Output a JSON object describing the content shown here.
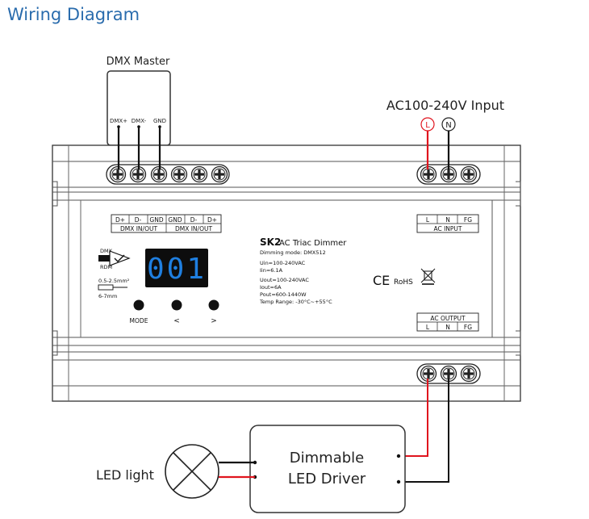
{
  "title": "Wiring Diagram",
  "dmx_master": {
    "label": "DMX Master",
    "pins": [
      "DMX+",
      "DMX-",
      "GND"
    ]
  },
  "ac_input": {
    "label": "AC100-240V Input",
    "live_symbol": "L",
    "neutral_symbol": "N"
  },
  "device": {
    "dmx_terminals": [
      "D+",
      "D-",
      "GND",
      "GND",
      "D-",
      "D+"
    ],
    "dmx_inout_left": "DMX IN/OUT",
    "dmx_inout_right": "DMX IN/OUT",
    "ac_input_terminals": [
      "L",
      "N",
      "FG"
    ],
    "ac_input_label": "AC INPUT",
    "model": "SK2",
    "product_name": "AC Triac Dimmer",
    "dimming_mode": "Dimming mode: DMX512",
    "uin": "Uin=100-240VAC",
    "iin": "Iin=6.1A",
    "uout": "Uout=100-240VAC",
    "iout": "Iout=6A",
    "pout": "Pout=600-1440W",
    "temp_range": "Temp Range: -30°C~+55°C",
    "dmx_arrow_top": "DMX",
    "dmx_arrow_bottom": "RDM",
    "wire_spec_1": "0.5-2.5mm²",
    "wire_spec_2": "6-7mm",
    "display_value": "001",
    "buttons": [
      "MODE",
      "<",
      ">"
    ],
    "ce_mark": "CE",
    "rohs_mark": "RoHS",
    "ac_output_label": "AC OUTPUT",
    "ac_output_terminals": [
      "L",
      "N",
      "FG"
    ]
  },
  "led_driver": {
    "line1": "Dimmable",
    "line2": "LED Driver"
  },
  "led_light": {
    "label": "LED light"
  },
  "colors": {
    "title": "#2a6cad",
    "display_bg": "#0d0d0d",
    "display_digits": "#1f7fe0",
    "live_wire": "#e0141e",
    "neutral_wire": "#111111"
  }
}
